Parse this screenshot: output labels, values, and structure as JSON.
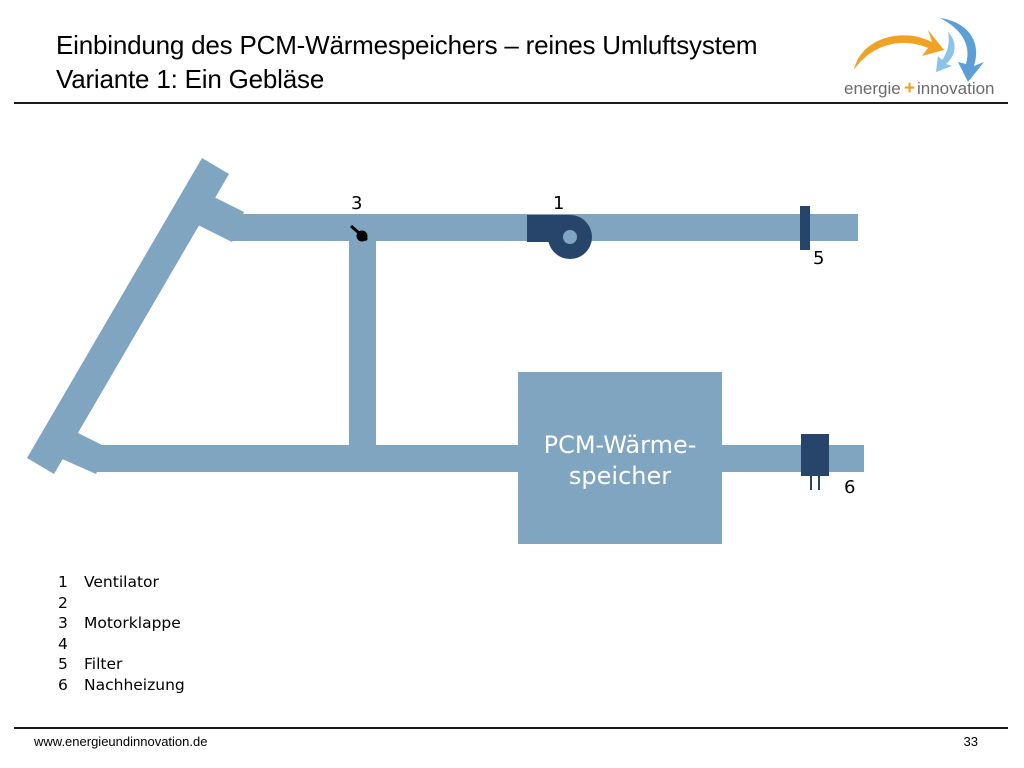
{
  "slide": {
    "title_line1": "Einbindung des PCM-Wärmespeichers – reines Umluftsystem",
    "title_line2": "Variante 1: Ein Gebläse"
  },
  "logo": {
    "text_left": "energie",
    "text_plus": "+",
    "text_right": "innovation"
  },
  "diagram": {
    "storage_label_line1": "PCM-Wärme-",
    "storage_label_line2": "speicher",
    "markers": {
      "m1": "1",
      "m3": "3",
      "m5": "5",
      "m6": "6"
    },
    "colors": {
      "duct": "#7fa5c1",
      "component": "#27456b"
    }
  },
  "legend": [
    {
      "num": "1",
      "label": "Ventilator"
    },
    {
      "num": "2",
      "label": ""
    },
    {
      "num": "3",
      "label": "Motorklappe"
    },
    {
      "num": "4",
      "label": ""
    },
    {
      "num": "5",
      "label": "Filter"
    },
    {
      "num": "6",
      "label": "Nachheizung"
    }
  ],
  "footer": {
    "url": "www.energieundinnovation.de",
    "page": "33"
  }
}
